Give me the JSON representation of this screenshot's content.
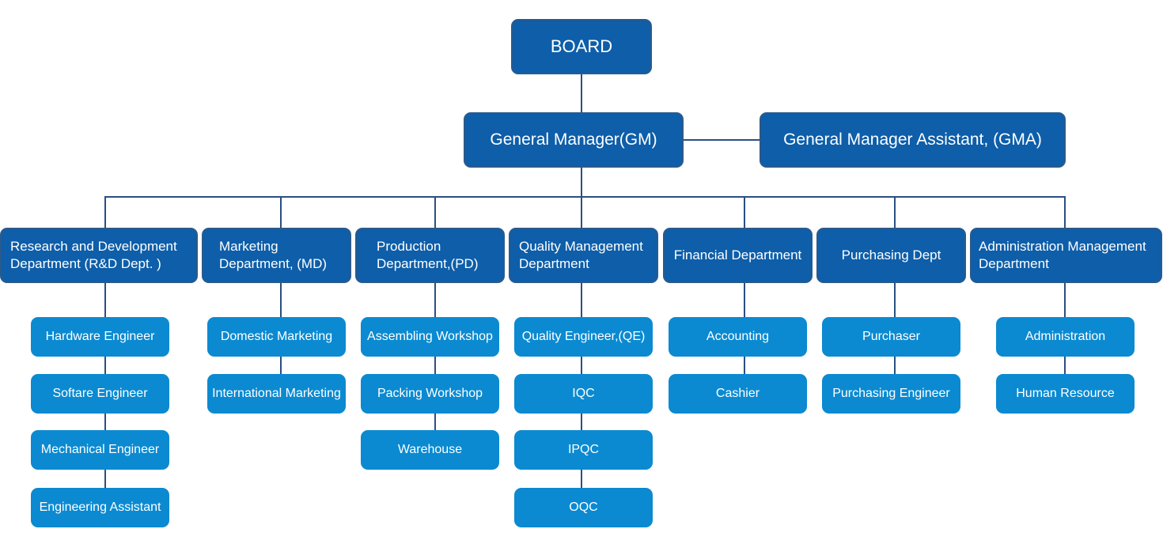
{
  "board": "BOARD",
  "gm": "General Manager(GM)",
  "gma": "General Manager Assistant, (GMA)",
  "departments": [
    {
      "name": "Research and Development Department (R&D Dept. )",
      "roles": [
        "Hardware Engineer",
        "Softare Engineer",
        "Mechanical Engineer",
        "Engineering Assistant"
      ]
    },
    {
      "name": "Marketing Department, (MD)",
      "roles": [
        "Domestic Marketing",
        "International Marketing"
      ]
    },
    {
      "name": "Production Department,(PD)",
      "roles": [
        "Assembling Workshop",
        "Packing Workshop",
        "Warehouse"
      ]
    },
    {
      "name": "Quality Management Department",
      "roles": [
        "Quality Engineer,(QE)",
        "IQC",
        "IPQC",
        "OQC"
      ]
    },
    {
      "name": "Financial Department",
      "roles": [
        "Accounting",
        "Cashier"
      ]
    },
    {
      "name": "Purchasing Dept",
      "roles": [
        "Purchaser",
        "Purchasing Engineer"
      ]
    },
    {
      "name": "Administration Management Department",
      "roles": [
        "Administration",
        "Human Resource"
      ]
    }
  ]
}
